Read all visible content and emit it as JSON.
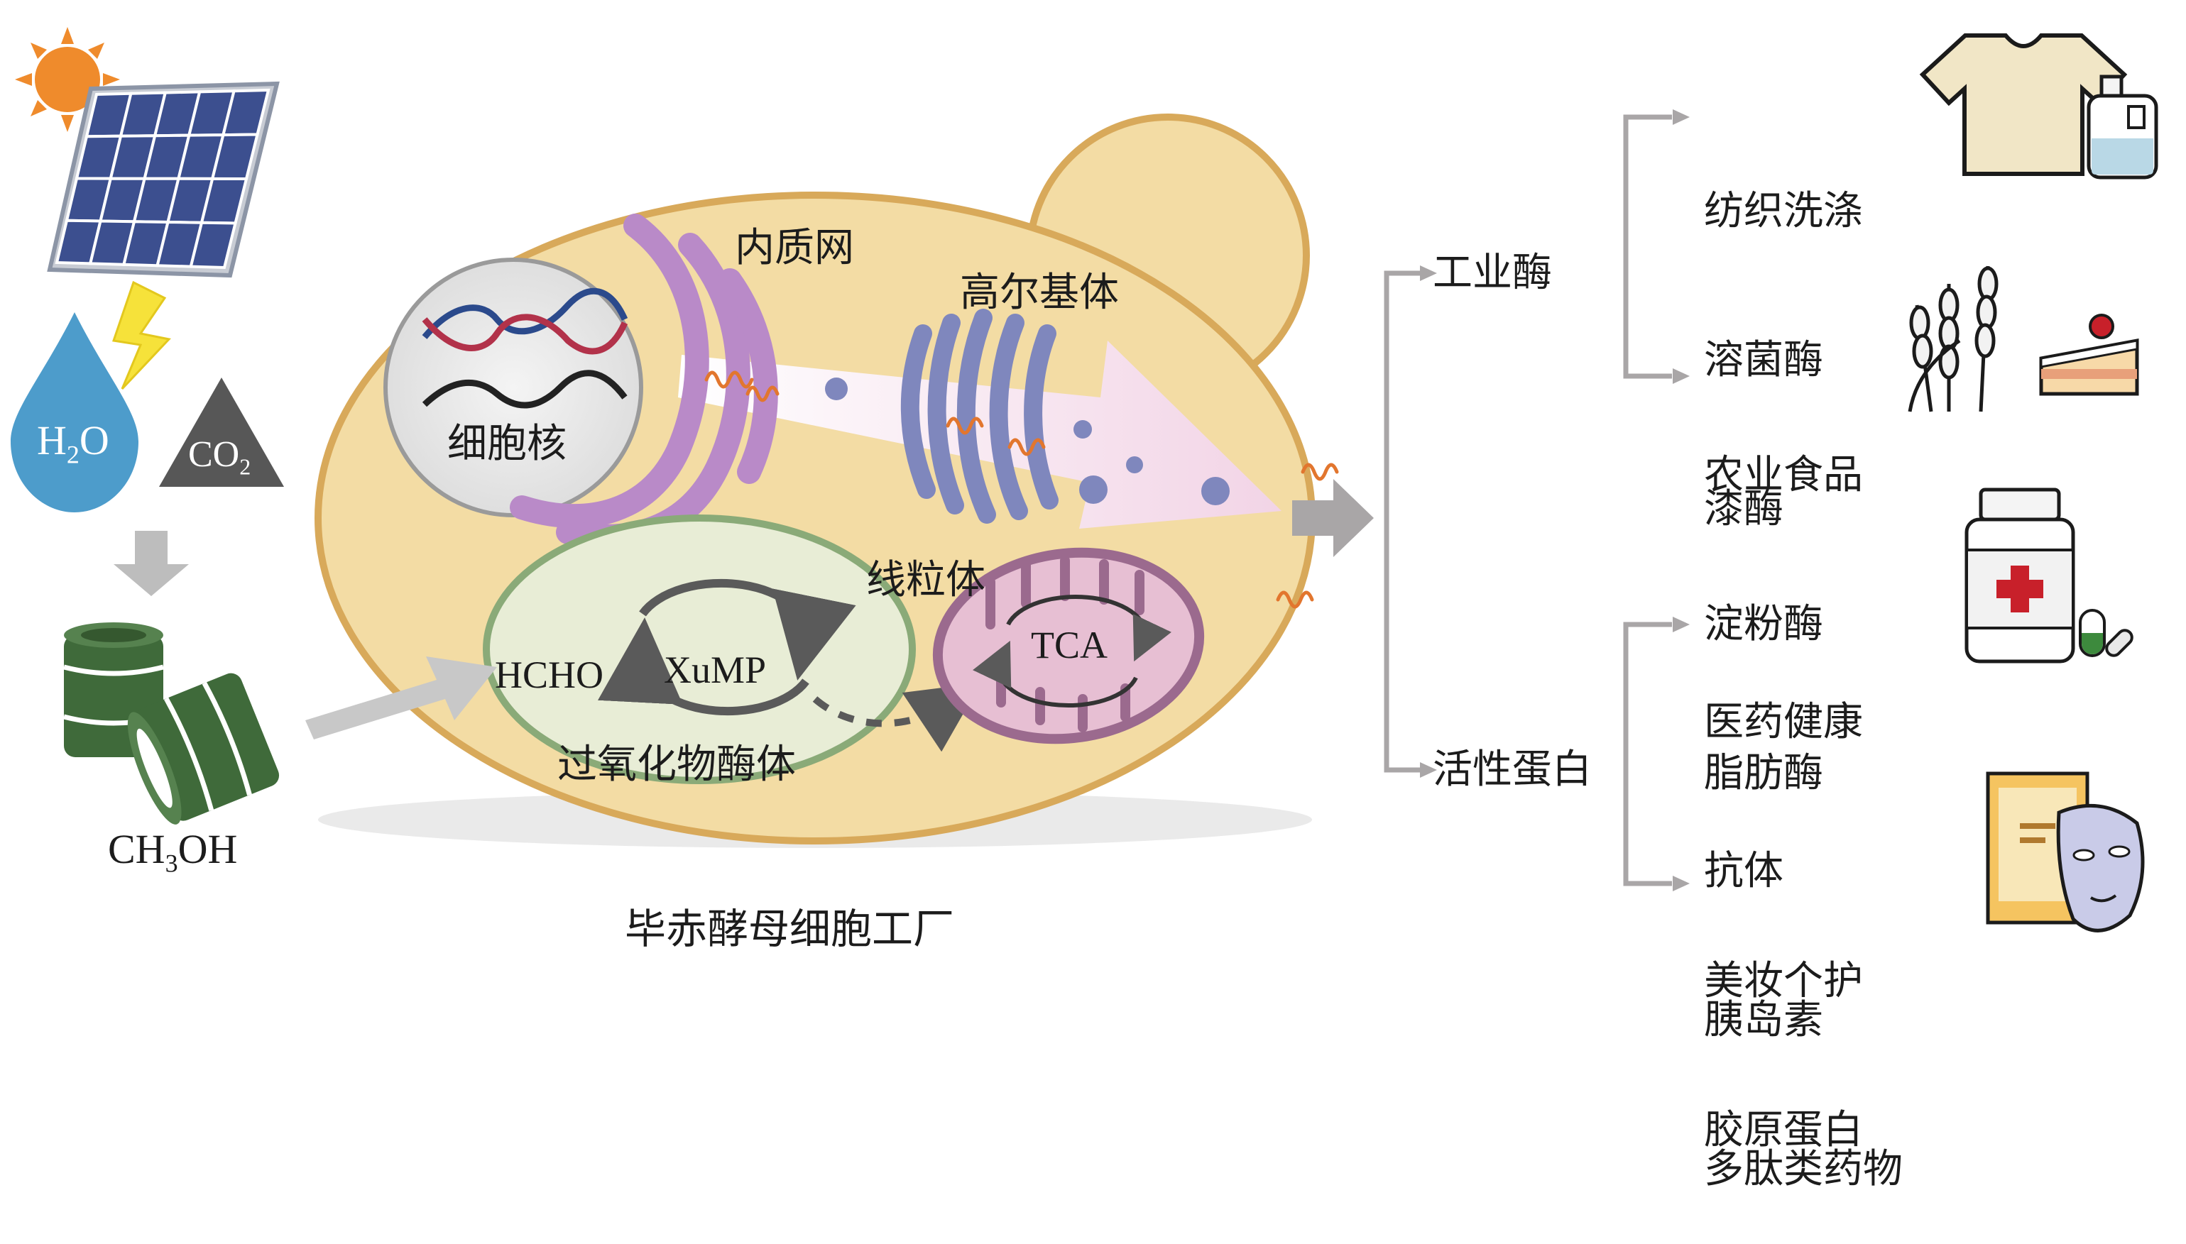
{
  "inputs": {
    "water": {
      "main": "H",
      "sub": "2",
      "tail": "O"
    },
    "co2": {
      "main": "CO",
      "sub": "2"
    },
    "methanol": {
      "pre": "CH",
      "sub": "3",
      "post": "OH"
    }
  },
  "cell": {
    "title": "毕赤酵母细胞工厂",
    "nucleus": "细胞核",
    "er": "内质网",
    "golgi": "高尔基体",
    "mitochondrion": "线粒体",
    "tca": "TCA",
    "peroxisome": "过氧化物酶体",
    "hcho": "HCHO",
    "xump": "XuMP"
  },
  "categories": {
    "industrial": "工业酶",
    "active": "活性蛋白"
  },
  "products": [
    {
      "lines": [
        "纺织洗涤",
        "溶菌酶",
        "漆酶"
      ],
      "icon": "tshirt-detergent-icon"
    },
    {
      "lines": [
        "农业食品",
        "淀粉酶",
        "脂肪酶"
      ],
      "icon": "wheat-cake-icon"
    },
    {
      "lines": [
        "医药健康",
        "抗体",
        "胰岛素",
        "多肽类药物"
      ],
      "icon": "medicine-bottle-icon"
    },
    {
      "lines": [
        "美妆个护",
        "胶原蛋白"
      ],
      "icon": "face-mask-icon"
    }
  ],
  "colors": {
    "cellFill": "#f3dca4",
    "cellStroke": "#d8a95a",
    "er": "#b98ac8",
    "golgi": "#7f87bd",
    "water": "#4d9ccb",
    "co2": "#575757",
    "barrel": "#3f6a3a",
    "peroxisomeFill": "#e8edd6",
    "peroxisomeStroke": "#8aaa78",
    "mitoFill": "#e7bfd3",
    "mitoStroke": "#9b6a8e",
    "protein": "#e2762e",
    "arrowGray": "#a9a6a7"
  }
}
